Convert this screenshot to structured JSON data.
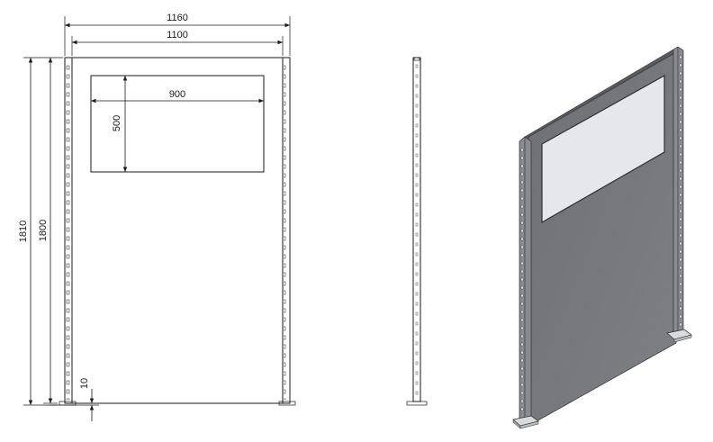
{
  "dimensions": {
    "overall_width": "1160",
    "panel_width": "1100",
    "window_width": "900",
    "window_height": "500",
    "overall_height": "1810",
    "panel_height": "1800",
    "floor_gap": "10"
  },
  "colors": {
    "line": "#1a1a1a",
    "panel_face": "#77787c",
    "panel_edge": "#4a4b4f",
    "frame": "#8c8d91",
    "glass": "#e6e7ea"
  }
}
